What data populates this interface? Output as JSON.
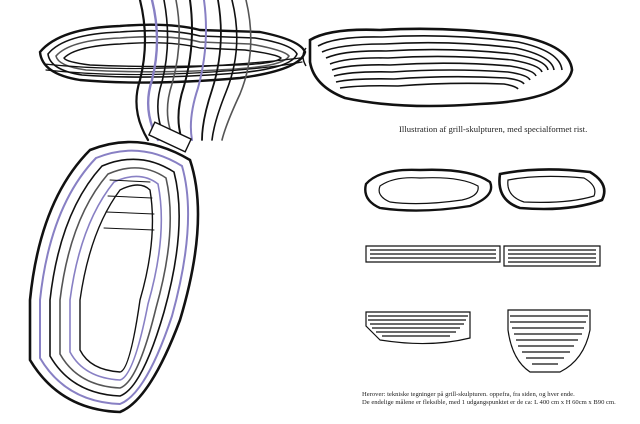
{
  "captions": {
    "main": "Illustration af grill-skulpturen, med specialformet rist.",
    "technical_line1": "Herover: tekniske tegninger på grill-skulpturen. oppefra, fra siden, og hver ende.",
    "technical_line2": "De endelige målene er fleksible, med 1 udgangspunktet er de ca: L 400 cm x H 60cm x B90 cm."
  },
  "colors": {
    "ink": "#111111",
    "paper": "#ffffff",
    "line_grey": "#d9d9d9",
    "accent_violet": "#8880c4"
  }
}
